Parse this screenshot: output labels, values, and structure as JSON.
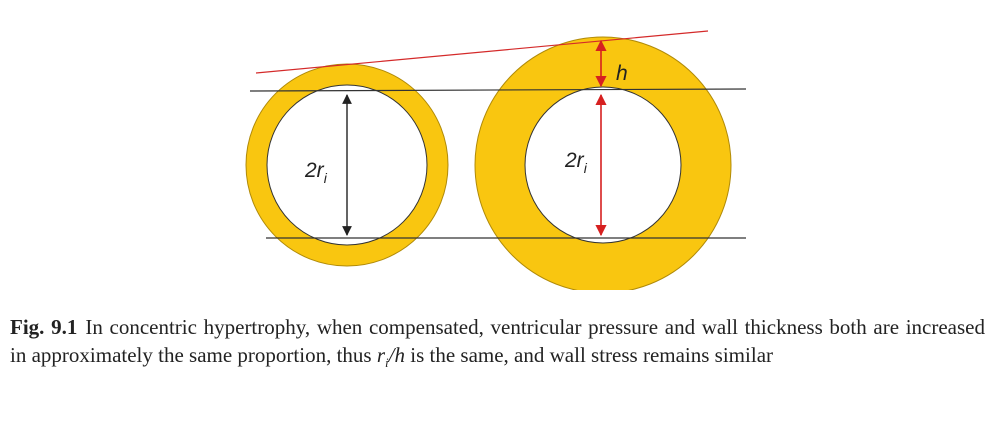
{
  "colors": {
    "wall": "#F9C610",
    "wall_stroke": "#b08a08",
    "reference_line": "#333333",
    "slope_line": "#d42a2a",
    "arrow_black": "#222222",
    "arrow_red": "#d62020"
  },
  "figure": {
    "left_diameter_label": {
      "base": "2r",
      "sub": "i"
    },
    "right_diameter_label": {
      "base": "2r",
      "sub": "i"
    },
    "thickness_label": "h"
  },
  "caption": {
    "label": "Fig. 9.1",
    "text_before_ratio": "In concentric hypertrophy, when compensated, ventricular pressure and wall thickness both are increased in approximately the same proportion, thus ",
    "ratio_base": "r",
    "ratio_sub": "i",
    "ratio_tail": "/h",
    "text_after_ratio": " is the same, and wall stress remains similar"
  }
}
